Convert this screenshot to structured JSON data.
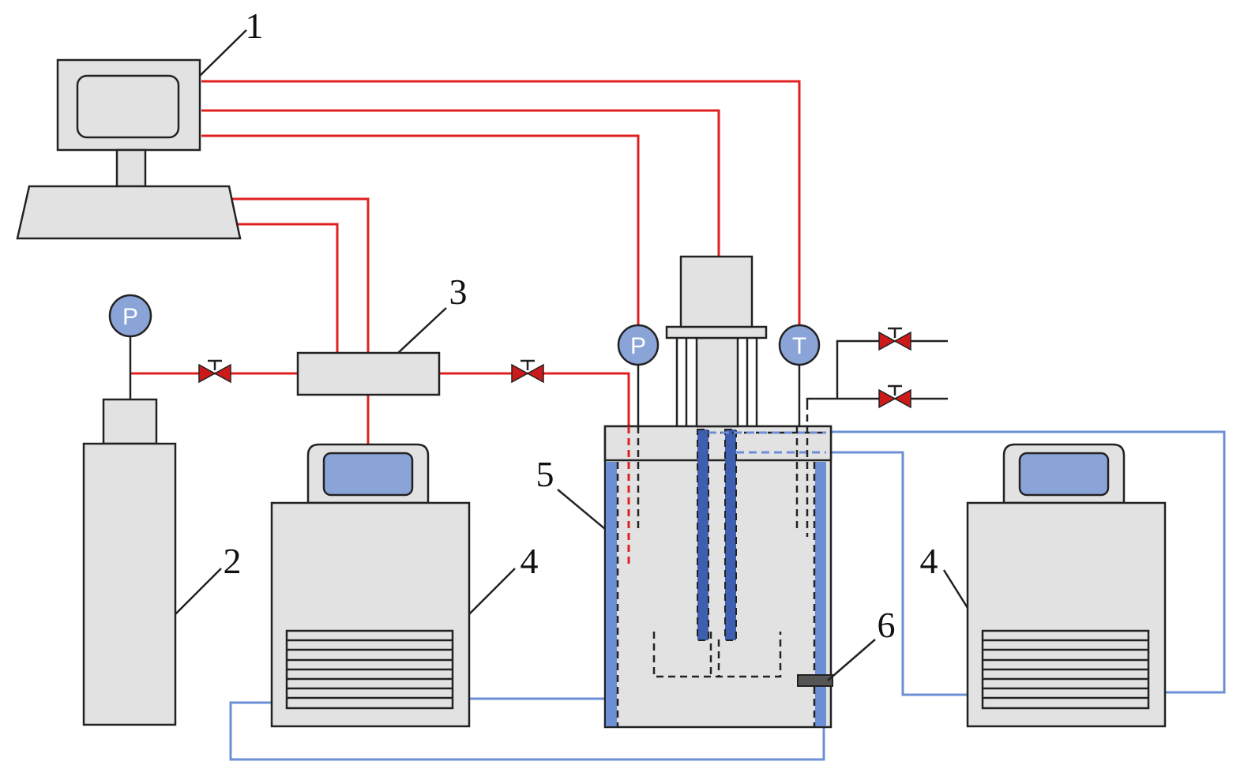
{
  "labels": {
    "computer": "1",
    "gas_cylinder": "2",
    "flow_controller": "3",
    "bath_left": "4",
    "bath_right": "4",
    "reactor": "5",
    "sensor": "6"
  },
  "gauges": {
    "cylinder_pressure": "P",
    "reactor_pressure": "P",
    "reactor_temperature": "T"
  },
  "colors": {
    "signal_line": "#e02020",
    "coolant_line": "#6d8fd6",
    "equipment_fill": "#e2e2e2",
    "screen_fill": "#8aa4d8",
    "valve": "#cc1a1a"
  }
}
